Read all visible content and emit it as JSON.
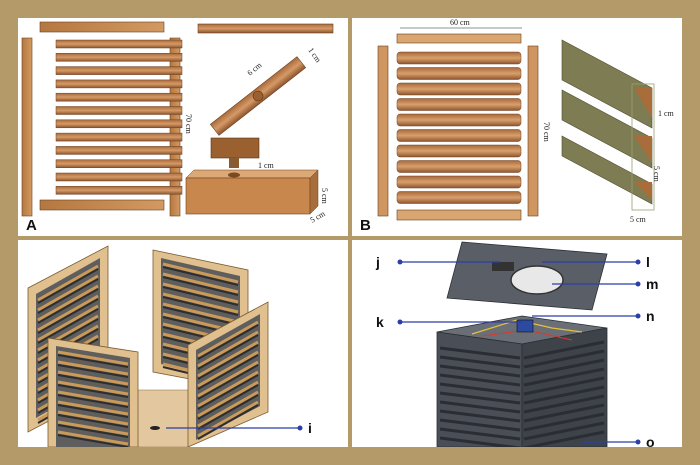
{
  "figure": {
    "panels": [
      {
        "label": "A",
        "dims": {
          "width": "6 cm",
          "thickness": "1 cm",
          "height": "70 cm",
          "depth": "5 cm",
          "base": "5 cm"
        }
      },
      {
        "label": "B",
        "dims": {
          "width": "60 cm",
          "height": "70 cm",
          "gap": "1 cm",
          "depth": "5 cm",
          "base": "5 cm"
        }
      },
      {
        "label": "",
        "callouts": [
          "i"
        ]
      },
      {
        "label": "",
        "callouts": [
          "j",
          "k",
          "l",
          "m",
          "n",
          "o"
        ]
      }
    ]
  },
  "colors": {
    "frame": "#b39a68",
    "wood": "#c58450",
    "wood_dark": "#8a5a32",
    "olive": "#7e7c52",
    "callout_line": "#2b3fa8",
    "metal": "#4a4f57"
  }
}
